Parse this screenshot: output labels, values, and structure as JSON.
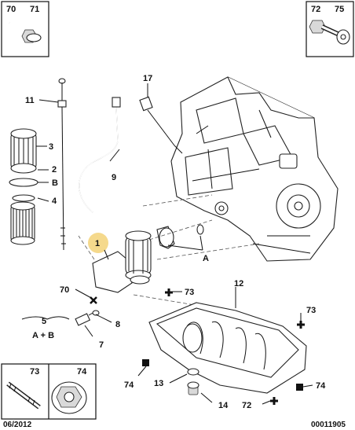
{
  "inset_top_left": {
    "ref_a": "70",
    "ref_b": "71"
  },
  "inset_top_right": {
    "ref_a": "72",
    "ref_b": "75"
  },
  "inset_bottom_left": {
    "ref_a": "73",
    "ref_b": "74"
  },
  "callouts": {
    "c17": "17",
    "c11": "11",
    "c9": "9",
    "c3": "3",
    "c2": "2",
    "cB": "B",
    "c4": "4",
    "c1": "1",
    "cA": "A",
    "c70": "70",
    "c5": "5",
    "cAB": "A + B",
    "c8": "8",
    "c7": "7",
    "c12": "12",
    "c73a": "73",
    "c73b": "73",
    "c74a": "74",
    "c74b": "74",
    "c13": "13",
    "c14": "14",
    "c72": "72"
  },
  "footer": {
    "date": "06/2012",
    "code": "00011905"
  },
  "colors": {
    "highlight": "#f5d98c",
    "line": "#111111"
  }
}
